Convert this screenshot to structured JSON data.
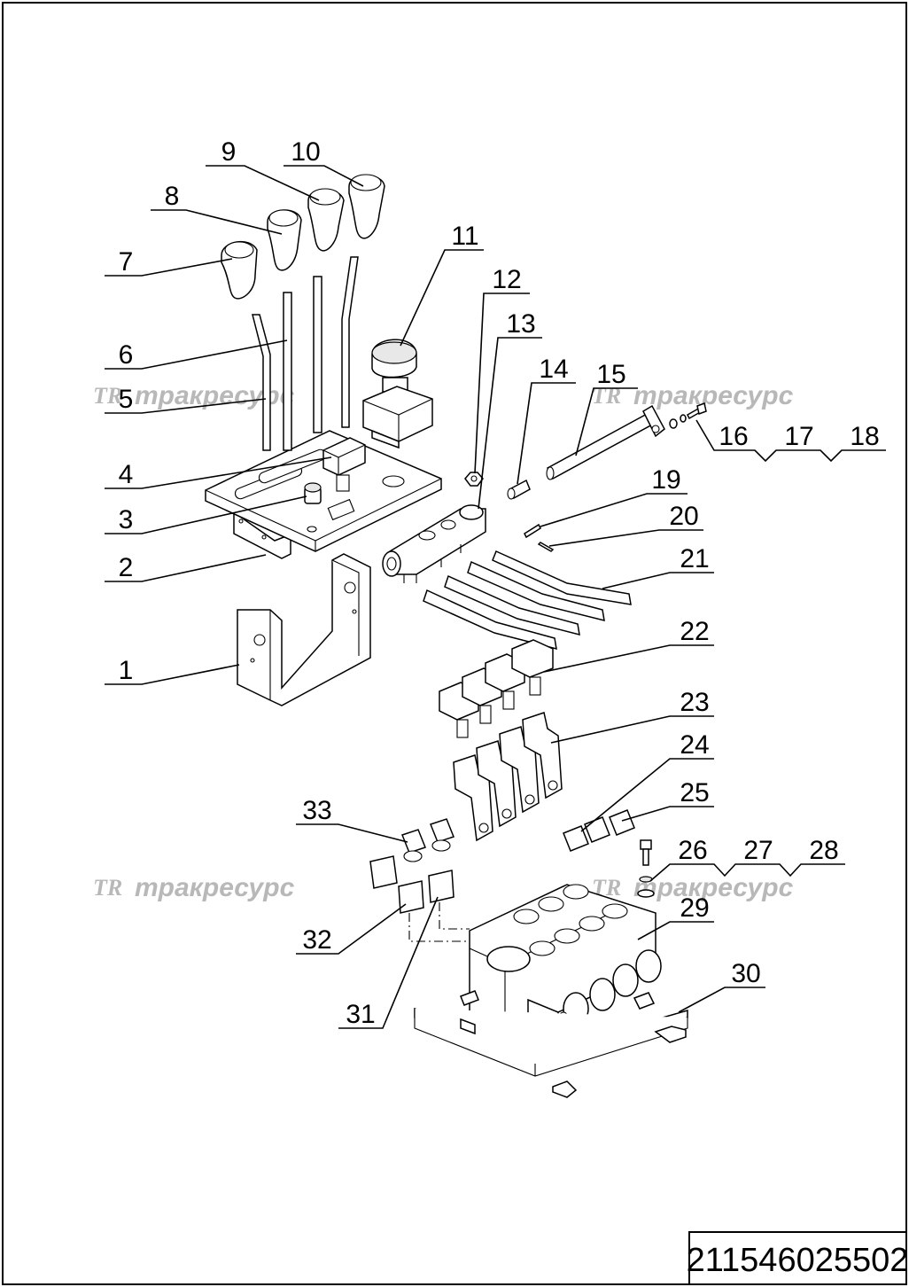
{
  "drawing": {
    "document_number": "211546025502",
    "watermark": {
      "logo": "ТR",
      "text": "тракресурс"
    },
    "callouts": [
      "1",
      "2",
      "3",
      "4",
      "5",
      "6",
      "7",
      "8",
      "9",
      "10",
      "11",
      "12",
      "13",
      "14",
      "15",
      "16",
      "17",
      "18",
      "19",
      "20",
      "21",
      "22",
      "23",
      "24",
      "25",
      "26",
      "27",
      "28",
      "29",
      "30",
      "31",
      "32",
      "33"
    ]
  }
}
